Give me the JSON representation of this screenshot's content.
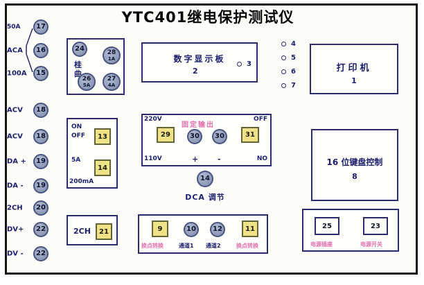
{
  "title": "YTC401继电保护测试仪",
  "left_terminals": [
    {
      "label": "50A",
      "num": "17"
    },
    {
      "label": "ACA",
      "num": "16"
    },
    {
      "label": "100A",
      "num": "15"
    },
    {
      "label": "ACV",
      "num": "18"
    },
    {
      "label": "ACV",
      "num": "18"
    },
    {
      "label": "DA +",
      "num": "19"
    },
    {
      "label": "DA -",
      "num": "19"
    },
    {
      "label": "2CH",
      "num": "20"
    },
    {
      "label": "DV+",
      "num": "22"
    },
    {
      "label": "DV -",
      "num": "22"
    }
  ],
  "knob_group": {
    "main_num": "24",
    "label": "桂曲",
    "subs": [
      {
        "num": "28",
        "amp": "1A"
      },
      {
        "num": "26",
        "amp": "5A"
      },
      {
        "num": "27",
        "amp": "4A"
      }
    ]
  },
  "display_board": {
    "name": "数字显示板",
    "num": "2",
    "indicator_num": "3"
  },
  "indicator_column": [
    "4",
    "5",
    "6",
    "7"
  ],
  "printer": {
    "name": "打印机",
    "num": "1"
  },
  "fixed_output": {
    "label": "固定输出",
    "top_left": "220V",
    "top_right": "OFF",
    "bottom_left": "110V",
    "bottom_right": "NO",
    "plus": "+",
    "minus": "-",
    "switch_left": "29",
    "lamp_left": "30",
    "lamp_right": "30",
    "switch_right": "31"
  },
  "range_panel": {
    "on": "ON",
    "off": "OFF",
    "switch_top": "13",
    "amp": "5A",
    "switch_bottom": "14",
    "ma": "200mA"
  },
  "dca": {
    "num": "14",
    "label": "DCA 调节"
  },
  "keypad": {
    "name": "16 位键盘控制",
    "num": "8"
  },
  "channel_panel": {
    "switch_left": "9",
    "channel1_num": "10",
    "channel2_num": "12",
    "switch_right": "11",
    "label_left": "换点转换",
    "label_ch1": "通道1",
    "label_ch2": "通道2",
    "label_right": "换点转换"
  },
  "aux_panel": {
    "label": "2CH",
    "num": "21"
  },
  "power_panel": {
    "socket_num": "25",
    "switch_num": "23",
    "socket_label": "电源插座",
    "switch_label": "电源开关"
  },
  "colors": {
    "panel_border": "#161616",
    "box_border": "#2b2b6e",
    "circle_fill": "#8593b4",
    "square_fill": "#efe287",
    "pink_text": "#e66fae",
    "navy_text": "#1a1f6e"
  }
}
